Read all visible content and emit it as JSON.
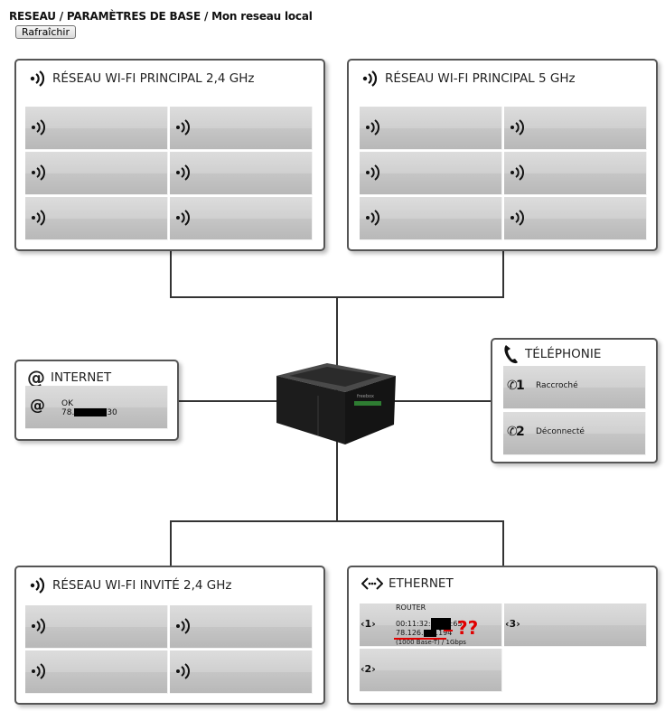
{
  "breadcrumb": "RESEAU / PARAMÈTRES DE BASE / Mon reseau local",
  "refresh_label": "Rafraîchir",
  "wifi24": {
    "title": "RÉSEAU WI-FI PRINCIPAL 2,4 GHz",
    "icon": "wifi-icon"
  },
  "wifi5": {
    "title": "RÉSEAU WI-FI PRINCIPAL 5 GHz",
    "icon": "wifi-icon"
  },
  "internet": {
    "title": "INTERNET",
    "icon": "at-icon",
    "status": "OK",
    "ip_prefix": "78.",
    "ip_suffix": "30"
  },
  "telephony": {
    "title": "TÉLÉPHONIE",
    "lines": [
      {
        "number": "1",
        "status": "Raccroché"
      },
      {
        "number": "2",
        "status": "Déconnecté"
      }
    ]
  },
  "guest": {
    "title": "RÉSEAU WI-FI INVITÉ 2,4 GHz"
  },
  "ethernet": {
    "title": "ETHERNET",
    "ports": [
      {
        "label": "1",
        "name": "ROUTER",
        "mac_prefix": "00:11:32:",
        "mac_suffix": ":65",
        "ip_prefix": "78.126.",
        "ip_suffix": ".194",
        "link": "(1000 Base-T) / 1Gbps",
        "annotation": "??"
      },
      {
        "label": "3"
      },
      {
        "label": "2"
      }
    ]
  },
  "colors": {
    "annotation": "#e00000",
    "border": "#555555",
    "tile": "#c6c6c6"
  }
}
